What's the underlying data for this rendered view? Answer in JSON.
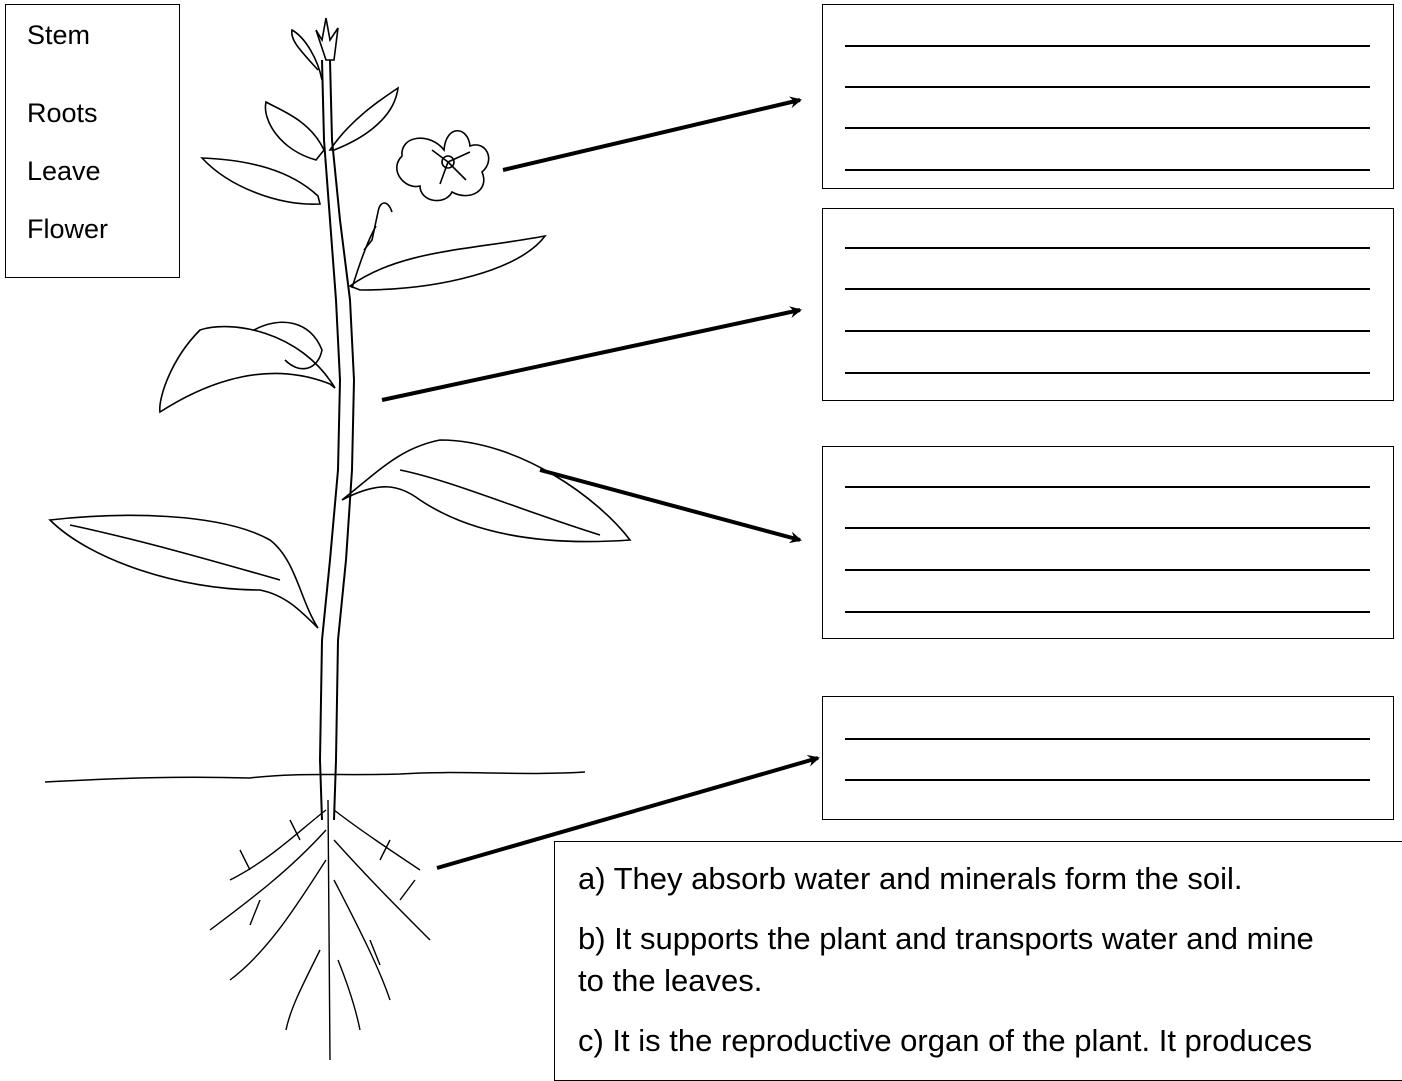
{
  "word_bank": [
    "Stem",
    "Roots",
    "Leave",
    "Flower"
  ],
  "descriptions": {
    "a": "a) They absorb water and minerals form the soil.",
    "b_line1": "b) It supports the plant and transports water and mine",
    "b_line2": "to the leaves.",
    "c": "c) It is the reproductive organ of the plant. It produces"
  },
  "answer_boxes": [
    {
      "label": "flower-answer-box",
      "lines": 4
    },
    {
      "label": "stem-answer-box",
      "lines": 4
    },
    {
      "label": "leaf-answer-box",
      "lines": 4
    },
    {
      "label": "roots-answer-box",
      "lines": 2
    }
  ]
}
